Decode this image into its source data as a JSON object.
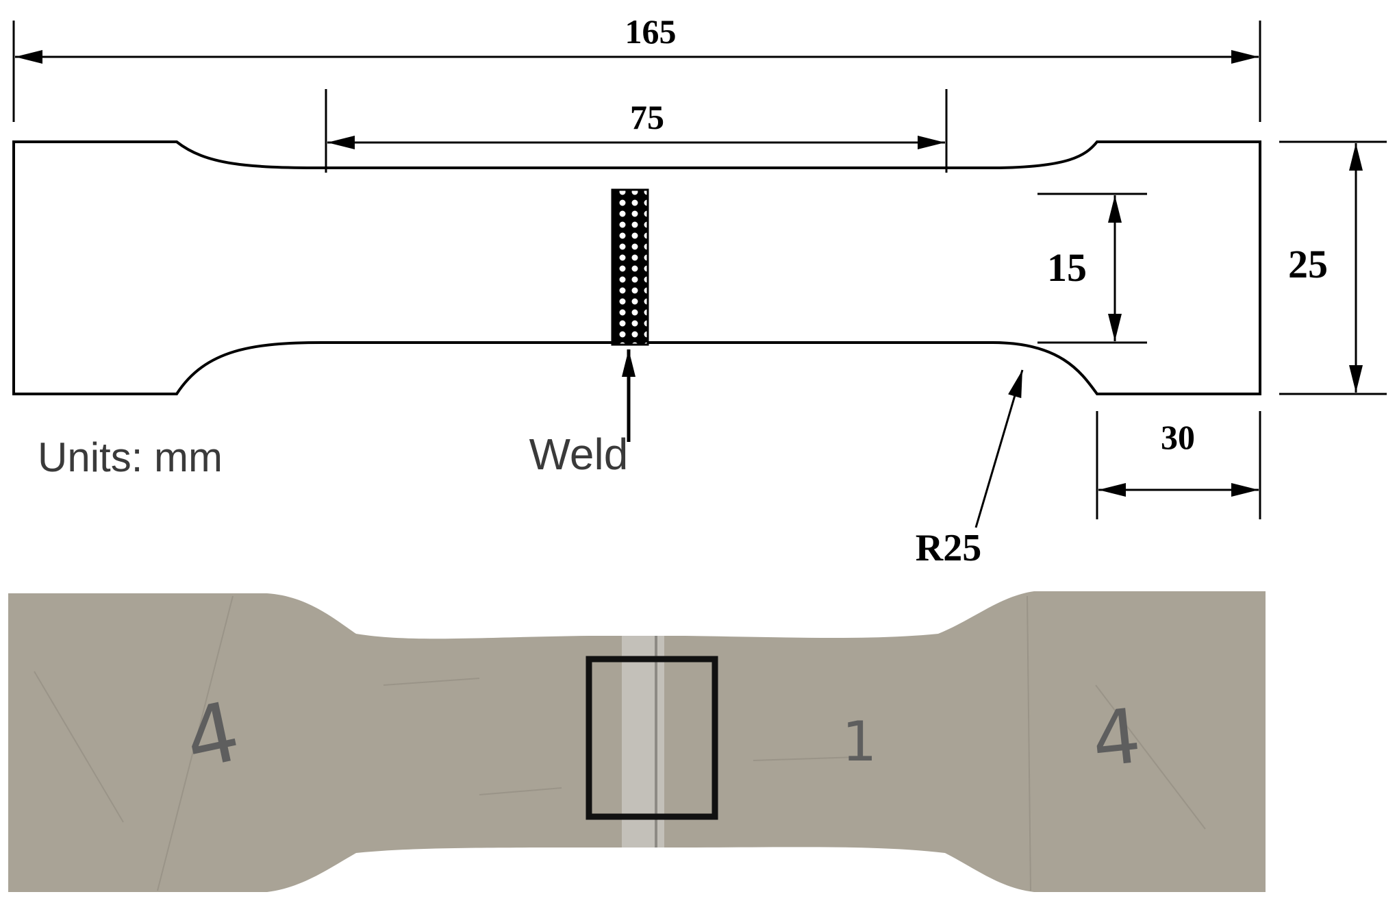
{
  "drawing": {
    "dimensions": {
      "overall_length": "165",
      "gauge_length": "75",
      "gauge_width": "15",
      "grip_width": "25",
      "grip_length": "30",
      "radius": "R25"
    },
    "units_label": "Units: mm",
    "weld_label": "Weld"
  },
  "photo": {
    "specimen_marks": [
      "4",
      "4",
      "1"
    ],
    "colors": {
      "specimen": "#a9a396",
      "weld_region": "#c8c6c0",
      "highlight_box": "#111111"
    }
  }
}
